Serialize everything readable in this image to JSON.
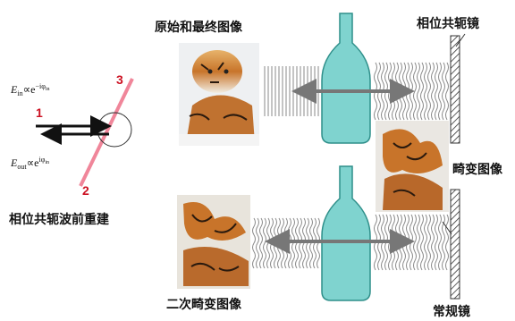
{
  "left": {
    "e_in": "E",
    "e_in_sub": "in",
    "e_in_rest": "∝e",
    "e_in_exp": "−iφ",
    "e_in_exp_sub": "in",
    "e_out": "E",
    "e_out_sub": "out",
    "e_out_rest": "∝e",
    "e_out_exp": "iφ",
    "e_out_exp_sub": "in",
    "beam_1": "1",
    "beam_2": "2",
    "beam_3": "3",
    "caption": "相位共轭波前重建"
  },
  "top_row": {
    "image_label": "原始和最终图像",
    "mirror_label": "相位共轭镜"
  },
  "middle": {
    "distorted_label": "畸变图像"
  },
  "bottom_row": {
    "image_label": "二次畸变图像",
    "mirror_label": "常规镜"
  },
  "colors": {
    "bottle": "#7fd3cf",
    "bottle_edge": "#2f8f8a",
    "arrow_pink": "#f0869a",
    "beam_red": "#cc1122",
    "tiger_orange": "#c8742a"
  },
  "icons": {
    "tiger_photo": "tiger-photo",
    "bottle": "glass-bottle",
    "mirror": "hatched-mirror"
  }
}
